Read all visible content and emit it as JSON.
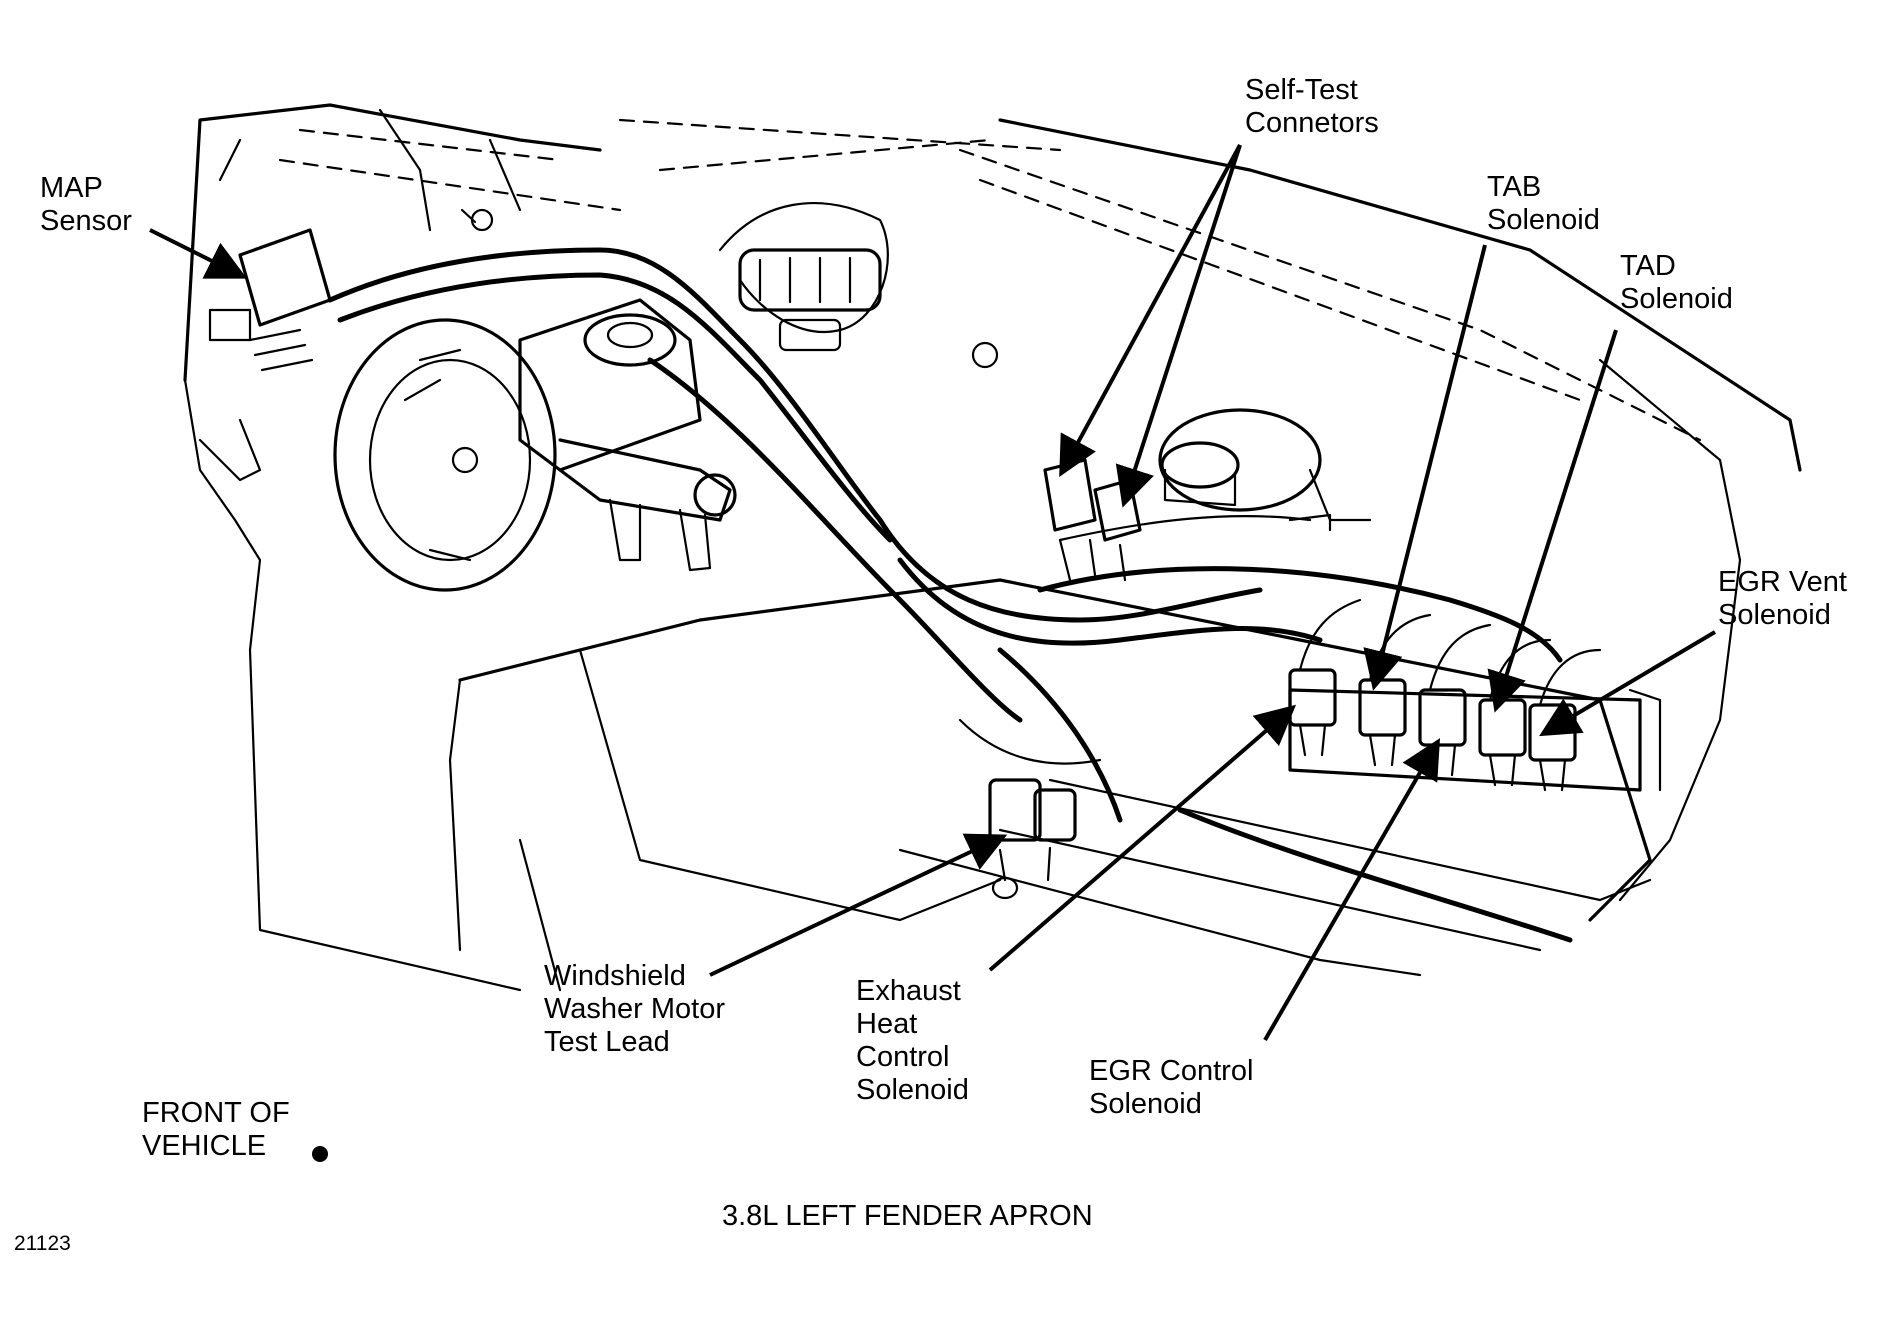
{
  "labels": {
    "map_sensor": "MAP\nSensor",
    "self_test": "Self-Test\nConnetors",
    "tab_solenoid": "TAB\nSolenoid",
    "tad_solenoid": "TAD\nSolenoid",
    "egr_vent": "EGR Vent\nSolenoid",
    "windshield": "Windshield\nWasher Motor\nTest Lead",
    "exhaust_heat": "Exhaust\nHeat\nControl\nSolenoid",
    "egr_control": "EGR Control\nSolenoid",
    "front_of_vehicle": "FRONT OF\nVEHICLE"
  },
  "caption": "3.8L LEFT FENDER APRON",
  "figure_number": "21123"
}
